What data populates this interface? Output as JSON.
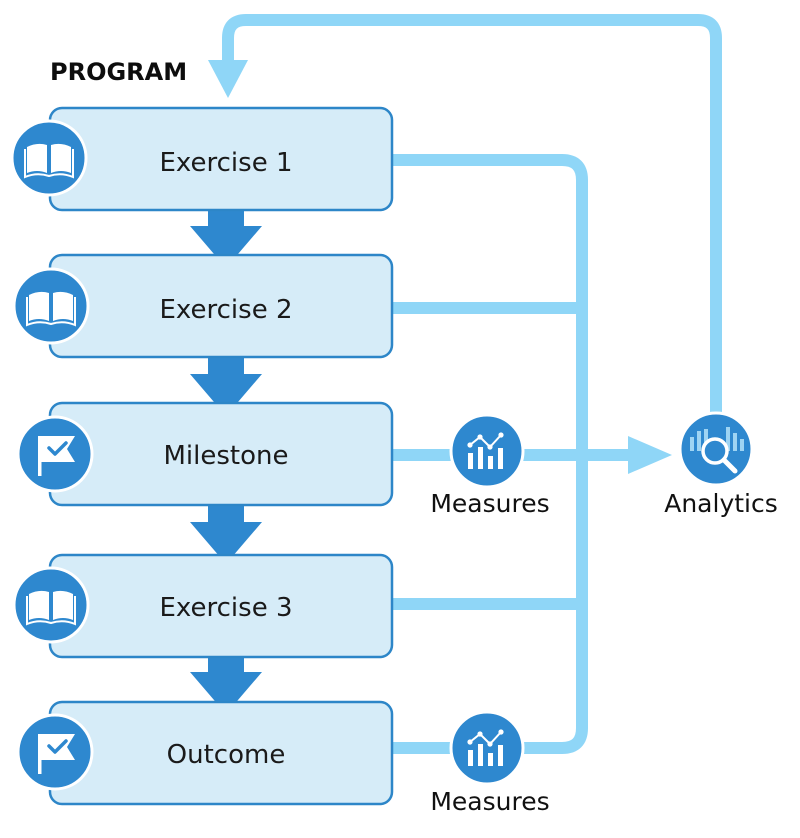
{
  "diagram": {
    "title": "PROGRAM",
    "steps": [
      {
        "label": "Exercise 1",
        "icon": "book-icon"
      },
      {
        "label": "Exercise 2",
        "icon": "book-icon"
      },
      {
        "label": "Milestone",
        "icon": "flag-check-icon"
      },
      {
        "label": "Exercise 3",
        "icon": "book-icon"
      },
      {
        "label": "Outcome",
        "icon": "flag-check-icon"
      }
    ],
    "measures": [
      {
        "label": "Measures",
        "icon": "measures-chart-icon"
      },
      {
        "label": "Measures",
        "icon": "measures-chart-icon"
      }
    ],
    "analytics": {
      "label": "Analytics",
      "icon": "analytics-magnifier-icon"
    }
  },
  "colors": {
    "box_fill": "#d6ecf8",
    "box_stroke": "#2d86c8",
    "dark_blue": "#2e88cf",
    "light_blue": "#8fd6f7",
    "icon_white": "#ffffff"
  }
}
